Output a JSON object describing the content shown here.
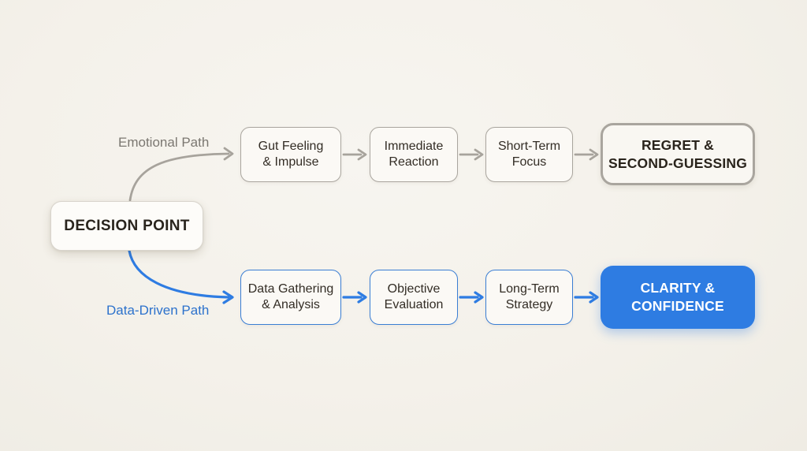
{
  "colors": {
    "emotional_gray": "#a7a39c",
    "data_blue": "#2e7ce2",
    "background": "#f4f1ea",
    "negative_outcome_border": "#a9a59e",
    "positive_outcome_fill": "#2e7ce2",
    "dark_text": "#2a241d"
  },
  "diagram": {
    "decision": {
      "label": "DECISION POINT"
    },
    "emotional_path": {
      "label": "Emotional Path",
      "steps": [
        "Gut Feeling\n& Impulse",
        "Immediate\nReaction",
        "Short-Term\nFocus"
      ],
      "outcome": "REGRET &\nSECOND-GUESSING"
    },
    "data_path": {
      "label": "Data-Driven Path",
      "steps": [
        "Data Gathering\n& Analysis",
        "Objective\nEvaluation",
        "Long-Term\nStrategy"
      ],
      "outcome": "CLARITY &\nCONFIDENCE"
    }
  }
}
